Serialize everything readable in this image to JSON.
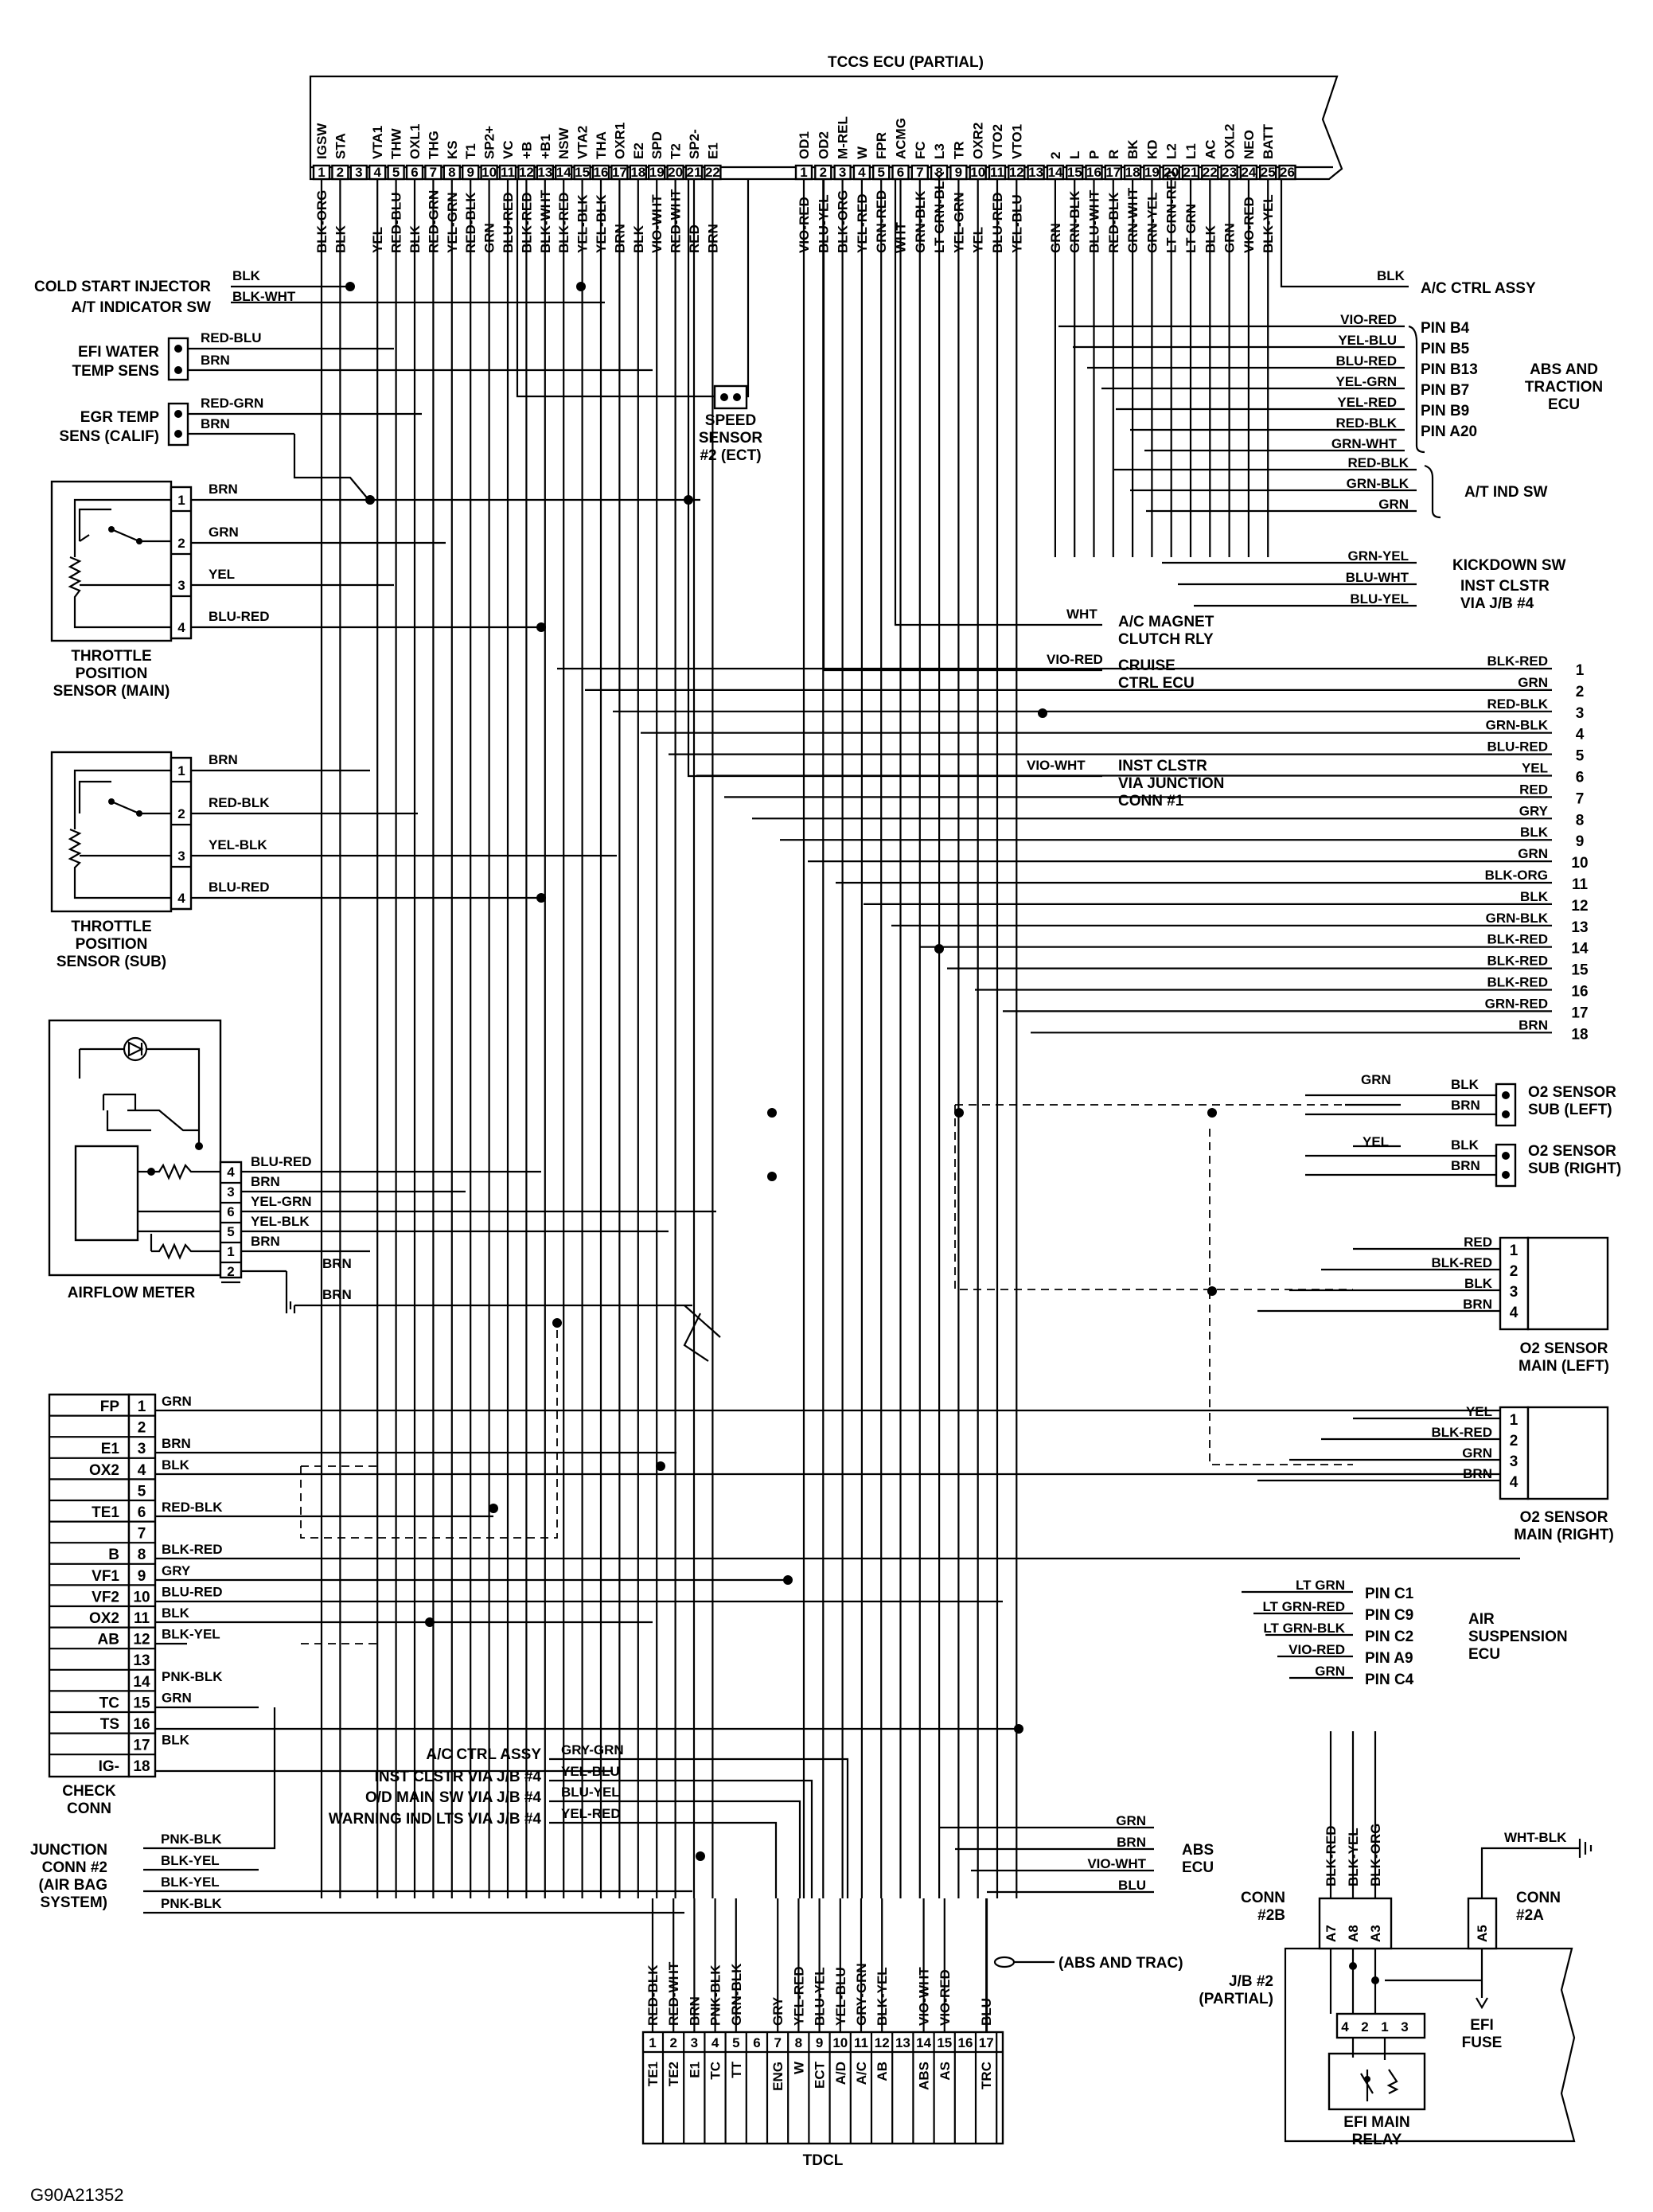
{
  "ecu": {
    "title": "TCCS ECU (PARTIAL)",
    "left_pins": [
      {
        "num": "1",
        "name": "IGSW",
        "wire": "BLK-ORG"
      },
      {
        "num": "2",
        "name": "STA",
        "wire": "BLK"
      },
      {
        "num": "3",
        "name": "",
        "wire": ""
      },
      {
        "num": "4",
        "name": "VTA1",
        "wire": "YEL"
      },
      {
        "num": "5",
        "name": "THW",
        "wire": "RED-BLU"
      },
      {
        "num": "6",
        "name": "OXL1",
        "wire": "BLK"
      },
      {
        "num": "7",
        "name": "THG",
        "wire": "RED-GRN"
      },
      {
        "num": "8",
        "name": "KS",
        "wire": "YEL-GRN"
      },
      {
        "num": "9",
        "name": "T1",
        "wire": "RED-BLK"
      },
      {
        "num": "10",
        "name": "SP2+",
        "wire": "GRN"
      },
      {
        "num": "11",
        "name": "VC",
        "wire": "BLU-RED"
      },
      {
        "num": "12",
        "name": "+B",
        "wire": "BLK-RED"
      },
      {
        "num": "13",
        "name": "+B1",
        "wire": "BLK-WHT"
      },
      {
        "num": "14",
        "name": "NSW",
        "wire": "BLK-RED"
      },
      {
        "num": "15",
        "name": "VTA2",
        "wire": "YEL-BLK"
      },
      {
        "num": "16",
        "name": "THA",
        "wire": "YEL-BLK"
      },
      {
        "num": "17",
        "name": "OXR1",
        "wire": "BRN"
      },
      {
        "num": "18",
        "name": "E2",
        "wire": "BLK"
      },
      {
        "num": "19",
        "name": "SPD",
        "wire": "VIO-WHT"
      },
      {
        "num": "20",
        "name": "T2",
        "wire": "RED-WHT"
      },
      {
        "num": "21",
        "name": "SP2-",
        "wire": "RED"
      },
      {
        "num": "22",
        "name": "E1",
        "wire": "BRN"
      }
    ],
    "right_pins": [
      {
        "num": "1",
        "name": "OD1",
        "wire": "VIO-RED"
      },
      {
        "num": "2",
        "name": "OD2",
        "wire": "BLU-YEL"
      },
      {
        "num": "3",
        "name": "M-REL",
        "wire": "BLK-ORG"
      },
      {
        "num": "4",
        "name": "W",
        "wire": "YEL-RED"
      },
      {
        "num": "5",
        "name": "FPR",
        "wire": "GRN-RED"
      },
      {
        "num": "6",
        "name": "ACMG",
        "wire": "WHT"
      },
      {
        "num": "7",
        "name": "FC",
        "wire": "GRN-BLK"
      },
      {
        "num": "8",
        "name": "L3",
        "wire": "LT GRN-BLK"
      },
      {
        "num": "9",
        "name": "TR",
        "wire": "YEL-GRN"
      },
      {
        "num": "10",
        "name": "OXR2",
        "wire": "YEL"
      },
      {
        "num": "11",
        "name": "VTO2",
        "wire": "BLU-RED"
      },
      {
        "num": "12",
        "name": "VTO1",
        "wire": "YEL-BLU"
      },
      {
        "num": "13",
        "name": "",
        "wire": ""
      },
      {
        "num": "14",
        "name": "2",
        "wire": "GRN"
      },
      {
        "num": "15",
        "name": "L",
        "wire": "GRN-BLK"
      },
      {
        "num": "16",
        "name": "P",
        "wire": "BLU-WHT"
      },
      {
        "num": "17",
        "name": "R",
        "wire": "RED-BLK"
      },
      {
        "num": "18",
        "name": "BK",
        "wire": "GRN-WHT"
      },
      {
        "num": "19",
        "name": "KD",
        "wire": "GRN-YEL"
      },
      {
        "num": "20",
        "name": "L2",
        "wire": "LT GRN-RED"
      },
      {
        "num": "21",
        "name": "L1",
        "wire": "LT GRN"
      },
      {
        "num": "22",
        "name": "AC",
        "wire": "BLK"
      },
      {
        "num": "23",
        "name": "OXL2",
        "wire": "GRN"
      },
      {
        "num": "24",
        "name": "NEO",
        "wire": "VIO-RED"
      },
      {
        "num": "25",
        "name": "BATT",
        "wire": "BLK-YEL"
      },
      {
        "num": "26",
        "name": "",
        "wire": ""
      }
    ]
  },
  "left_components": {
    "cold_start": {
      "lines": [
        "COLD START INJECTOR",
        "A/T INDICATOR SW"
      ],
      "wires": [
        "BLK",
        "BLK-WHT"
      ]
    },
    "efi_water": {
      "lines": [
        "EFI WATER",
        "TEMP SENS"
      ],
      "wires": [
        "RED-BLU",
        "BRN"
      ]
    },
    "egr_temp": {
      "lines": [
        "EGR TEMP",
        "SENS (CALIF)"
      ],
      "wires": [
        "RED-GRN",
        "BRN"
      ]
    },
    "speed_sensor": {
      "lines": [
        "SPEED",
        "SENSOR",
        "#2 (ECT)"
      ]
    },
    "tps_main": {
      "lines": [
        "THROTTLE",
        "POSITION",
        "SENSOR (MAIN)"
      ],
      "pins": [
        "1",
        "2",
        "3",
        "4"
      ],
      "wires": [
        "BRN",
        "GRN",
        "YEL",
        "BLU-RED"
      ]
    },
    "tps_sub": {
      "lines": [
        "THROTTLE",
        "POSITION",
        "SENSOR (SUB)"
      ],
      "pins": [
        "1",
        "2",
        "3",
        "4"
      ],
      "wires": [
        "BRN",
        "RED-BLK",
        "YEL-BLK",
        "BLU-RED"
      ]
    },
    "airflow": {
      "label": "AIRFLOW METER",
      "pins": [
        "4",
        "3",
        "6",
        "5",
        "1",
        "2"
      ],
      "wires": [
        "BLU-RED",
        "BRN",
        "YEL-GRN",
        "YEL-BLK",
        "BRN",
        "BRN"
      ],
      "ground": "BRN"
    }
  },
  "check_conn": {
    "lines": [
      "CHECK",
      "CONN"
    ],
    "rows": [
      {
        "name": "FP",
        "num": "1",
        "wire": "GRN"
      },
      {
        "name": "",
        "num": "2",
        "wire": ""
      },
      {
        "name": "E1",
        "num": "3",
        "wire": "BRN"
      },
      {
        "name": "OX2",
        "num": "4",
        "wire": "BLK"
      },
      {
        "name": "",
        "num": "5",
        "wire": ""
      },
      {
        "name": "TE1",
        "num": "6",
        "wire": "RED-BLK"
      },
      {
        "name": "",
        "num": "7",
        "wire": ""
      },
      {
        "name": "B",
        "num": "8",
        "wire": "BLK-RED"
      },
      {
        "name": "VF1",
        "num": "9",
        "wire": "GRY"
      },
      {
        "name": "VF2",
        "num": "10",
        "wire": "BLU-RED"
      },
      {
        "name": "OX2",
        "num": "11",
        "wire": "BLK"
      },
      {
        "name": "AB",
        "num": "12",
        "wire": "BLK-YEL"
      },
      {
        "name": "",
        "num": "13",
        "wire": ""
      },
      {
        "name": "",
        "num": "14",
        "wire": "PNK-BLK"
      },
      {
        "name": "TC",
        "num": "15",
        "wire": "GRN"
      },
      {
        "name": "TS",
        "num": "16",
        "wire": ""
      },
      {
        "name": "",
        "num": "17",
        "wire": "BLK"
      },
      {
        "name": "IG-",
        "num": "18",
        "wire": ""
      }
    ]
  },
  "junction2": {
    "lines": [
      "JUNCTION",
      "CONN #2",
      "(AIR BAG",
      "SYSTEM)"
    ],
    "wires": [
      "PNK-BLK",
      "BLK-YEL",
      "BLK-YEL",
      "PNK-BLK"
    ]
  },
  "bottom_left_labels": [
    {
      "text": "A/C CTRL ASSY",
      "wire": "GRY-GRN"
    },
    {
      "text": "INST CLSTR VIA J/B #4",
      "wire": "YEL-BLU"
    },
    {
      "text": "O/D MAIN SW VIA J/B #4",
      "wire": "BLU-YEL"
    },
    {
      "text": "WARNING IND LTS VIA J/B #4",
      "wire": "YEL-RED"
    }
  ],
  "right_side": {
    "ac_ctrl": {
      "wire": "BLK",
      "label": "A/C CTRL ASSY"
    },
    "abs_traction": {
      "lines": [
        "ABS AND",
        "TRACTION",
        "ECU"
      ],
      "pins": [
        {
          "wire": "VIO-RED",
          "pin": "PIN B4"
        },
        {
          "wire": "YEL-BLU",
          "pin": "PIN B5"
        },
        {
          "wire": "BLU-RED",
          "pin": "PIN B13"
        },
        {
          "wire": "YEL-GRN",
          "pin": "PIN B7"
        },
        {
          "wire": "YEL-RED",
          "pin": "PIN B9"
        },
        {
          "wire": "RED-BLK",
          "pin": "PIN A20"
        },
        {
          "wire": "GRN-WHT",
          "pin": ""
        }
      ]
    },
    "at_ind": {
      "label": "A/T IND SW",
      "wires": [
        "RED-BLK",
        "GRN-BLK",
        "GRN"
      ]
    },
    "kickdown": {
      "wires": [
        "GRN-YEL",
        "BLU-WHT",
        "BLU-YEL"
      ],
      "lines": [
        "KICKDOWN SW",
        "INST CLSTR",
        "VIA J/B #4"
      ]
    },
    "ac_magnet": {
      "wire": "WHT",
      "lines": [
        "A/C MAGNET",
        "CLUTCH RLY"
      ]
    },
    "cruise": {
      "wire": "VIO-RED",
      "lines": [
        "CRUISE",
        "CTRL ECU"
      ]
    },
    "inst_junction": {
      "wire": "VIO-WHT",
      "lines": [
        "INST CLSTR",
        "VIA JUNCTION",
        "CONN #1"
      ]
    },
    "numbered": [
      {
        "num": "1",
        "wire": "BLK-RED"
      },
      {
        "num": "2",
        "wire": "GRN"
      },
      {
        "num": "3",
        "wire": "RED-BLK"
      },
      {
        "num": "4",
        "wire": "GRN-BLK"
      },
      {
        "num": "5",
        "wire": "BLU-RED"
      },
      {
        "num": "6",
        "wire": "YEL"
      },
      {
        "num": "7",
        "wire": "RED"
      },
      {
        "num": "8",
        "wire": "GRY"
      },
      {
        "num": "9",
        "wire": "BLK"
      },
      {
        "num": "10",
        "wire": "GRN"
      },
      {
        "num": "11",
        "wire": "BLK-ORG"
      },
      {
        "num": "12",
        "wire": "BLK"
      },
      {
        "num": "13",
        "wire": "GRN-BLK"
      },
      {
        "num": "14",
        "wire": "BLK-RED"
      },
      {
        "num": "15",
        "wire": "BLK-RED"
      },
      {
        "num": "16",
        "wire": "BLK-RED"
      },
      {
        "num": "17",
        "wire": "GRN-RED"
      },
      {
        "num": "18",
        "wire": "BRN"
      }
    ],
    "o2_sub_left": {
      "lines": [
        "O2 SENSOR",
        "SUB (LEFT)"
      ],
      "wires": [
        "GRN",
        "BLK",
        "BRN"
      ]
    },
    "o2_sub_right": {
      "lines": [
        "O2 SENSOR",
        "SUB (RIGHT)"
      ],
      "wires": [
        "YEL",
        "BLK",
        "BRN"
      ]
    },
    "o2_main_left": {
      "lines": [
        "O2 SENSOR",
        "MAIN (LEFT)"
      ],
      "wires": [
        "RED",
        "BLK-RED",
        "BLK",
        "BRN"
      ],
      "pins": [
        "1",
        "2",
        "3",
        "4"
      ]
    },
    "o2_main_right": {
      "lines": [
        "O2 SENSOR",
        "MAIN (RIGHT)"
      ],
      "wires": [
        "YEL",
        "BLK-RED",
        "GRN",
        "BRN"
      ],
      "pins": [
        "1",
        "2",
        "3",
        "4"
      ]
    },
    "air_susp": {
      "lines": [
        "AIR",
        "SUSPENSION",
        "ECU"
      ],
      "pins": [
        {
          "wire": "LT GRN",
          "pin": "PIN C1"
        },
        {
          "wire": "LT GRN-RED",
          "pin": "PIN C9"
        },
        {
          "wire": "LT GRN-BLK",
          "pin": "PIN C2"
        },
        {
          "wire": "VIO-RED",
          "pin": "PIN A9"
        },
        {
          "wire": "GRN",
          "pin": "PIN C4"
        }
      ]
    },
    "abs_ecu": {
      "lines": [
        "ABS",
        "ECU"
      ],
      "wires": [
        "GRN",
        "BRN",
        "VIO-WHT",
        "BLU"
      ]
    }
  },
  "tdcl": {
    "label": "TDCL",
    "abs_trac": "(ABS AND TRAC)",
    "pins": [
      {
        "num": "1",
        "name": "TE1",
        "wire": "RED-BLK"
      },
      {
        "num": "2",
        "name": "TE2",
        "wire": "RED-WHT"
      },
      {
        "num": "3",
        "name": "E1",
        "wire": "BRN"
      },
      {
        "num": "4",
        "name": "TC",
        "wire": "PNK-BLK"
      },
      {
        "num": "5",
        "name": "TT",
        "wire": "GRN-BLK"
      },
      {
        "num": "6",
        "name": "",
        "wire": ""
      },
      {
        "num": "7",
        "name": "ENG",
        "wire": "GRY"
      },
      {
        "num": "8",
        "name": "W",
        "wire": "YEL-RED"
      },
      {
        "num": "9",
        "name": "ECT",
        "wire": "BLU-YEL"
      },
      {
        "num": "10",
        "name": "A/D",
        "wire": "YEL-BLU"
      },
      {
        "num": "11",
        "name": "A/C",
        "wire": "GRY-GRN"
      },
      {
        "num": "12",
        "name": "AB",
        "wire": "BLK-YEL"
      },
      {
        "num": "13",
        "name": "",
        "wire": ""
      },
      {
        "num": "14",
        "name": "ABS",
        "wire": "VIO-WHT"
      },
      {
        "num": "15",
        "name": "AS",
        "wire": "VIO-RED"
      },
      {
        "num": "16",
        "name": "",
        "wire": ""
      },
      {
        "num": "17",
        "name": "TRC",
        "wire": "BLU"
      }
    ]
  },
  "jb2": {
    "conn2b": [
      "CONN",
      "#2B"
    ],
    "conn2a": [
      "CONN",
      "#2A"
    ],
    "jb_lines": [
      "J/B #2",
      "(PARTIAL)"
    ],
    "wires": [
      "BLK-RED",
      "BLK-YEL",
      "BLK-ORG"
    ],
    "pins_b": [
      "A7",
      "A8",
      "A3"
    ],
    "pin_a": "A5",
    "wht_blk": "WHT-BLK",
    "relay_pins": [
      "4",
      "2",
      "1",
      "3"
    ],
    "fuse": [
      "EFI",
      "FUSE"
    ],
    "relay": [
      "EFI MAIN",
      "RELAY"
    ]
  },
  "figure_id": "G90A21352"
}
